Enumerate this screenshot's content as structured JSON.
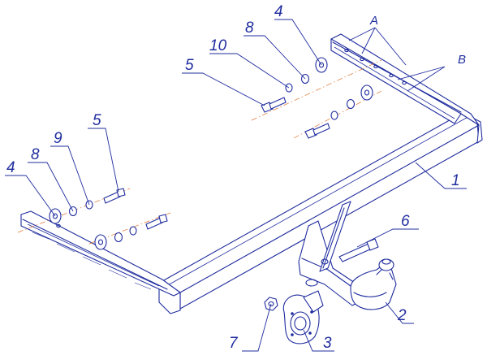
{
  "labels": {
    "frame": "1",
    "ball": "2",
    "socket_plate": "3",
    "washer_right": "4",
    "washer_left": "4",
    "bolt_right": "5",
    "bolt_left": "5",
    "pin_bolt": "6",
    "nut": "7",
    "lock_washer_right": "8",
    "lock_washer_left": "8",
    "spring_washer_left": "9",
    "spring_washer_right": "10",
    "mark_a": "A",
    "mark_b": "B"
  },
  "colors": {
    "line": "#1f2c9e",
    "axis": "#e0702a",
    "background": "#ffffff"
  }
}
